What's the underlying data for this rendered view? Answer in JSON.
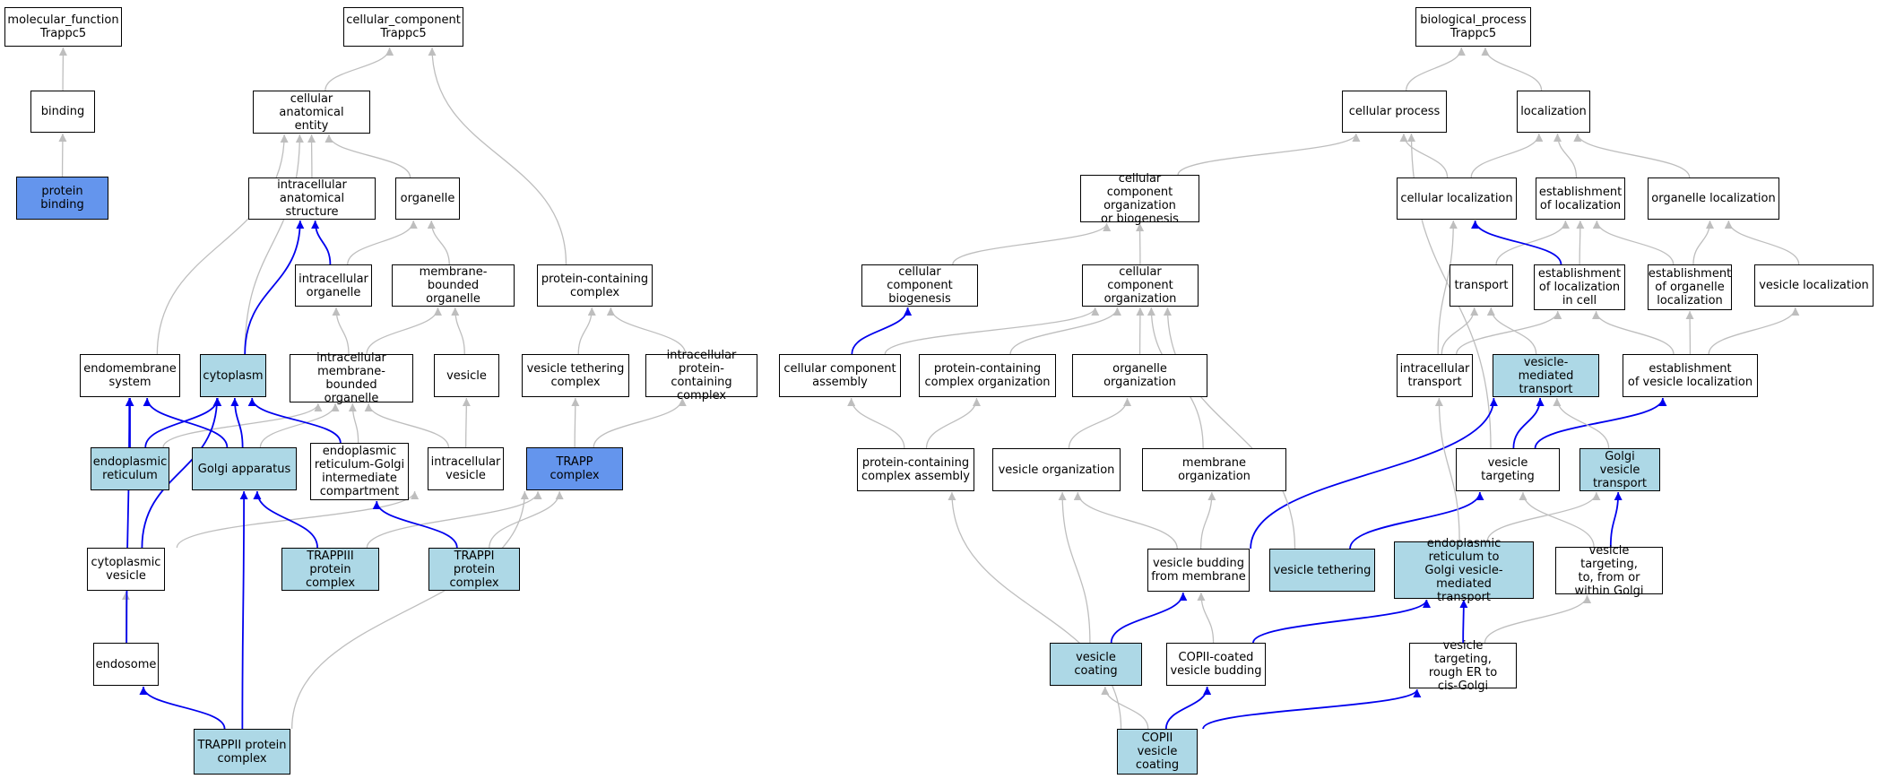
{
  "colors": {
    "is_a": "#bebebe",
    "part_of": "#0000ee",
    "annotated": "#6495ed",
    "ancestor_highlight": "#add8e6",
    "default": "#ffffff"
  },
  "nodes": {
    "mf_root": {
      "label": "molecular_function\nTrappc5",
      "fill": "default"
    },
    "binding": {
      "label": "binding",
      "fill": "default"
    },
    "protein_binding": {
      "label": "protein binding",
      "fill": "annotated"
    },
    "cc_root": {
      "label": "cellular_component\nTrappc5",
      "fill": "default"
    },
    "cell_anat": {
      "label": "cellular anatomical\nentity",
      "fill": "default"
    },
    "intra_anat": {
      "label": "intracellular\nanatomical structure",
      "fill": "default"
    },
    "organelle": {
      "label": "organelle",
      "fill": "default"
    },
    "intra_org": {
      "label": "intracellular\norganelle",
      "fill": "default"
    },
    "membr_org": {
      "label": "membrane-bounded\norganelle",
      "fill": "default"
    },
    "prot_complex": {
      "label": "protein-containing\ncomplex",
      "fill": "default"
    },
    "endomem": {
      "label": "endomembrane\nsystem",
      "fill": "default"
    },
    "cytoplasm": {
      "label": "cytoplasm",
      "fill": "ancestor_highlight"
    },
    "intra_membr": {
      "label": "intracellular\nmembrane-bounded\norganelle",
      "fill": "default"
    },
    "vesicle": {
      "label": "vesicle",
      "fill": "default"
    },
    "ves_tether_cx": {
      "label": "vesicle tethering\ncomplex",
      "fill": "default"
    },
    "intra_prot_cx": {
      "label": "intracellular\nprotein-containing\ncomplex",
      "fill": "default"
    },
    "er": {
      "label": "endoplasmic\nreticulum",
      "fill": "ancestor_highlight"
    },
    "golgi": {
      "label": "Golgi apparatus",
      "fill": "ancestor_highlight"
    },
    "ergic": {
      "label": "endoplasmic\nreticulum-Golgi\nintermediate\ncompartment",
      "fill": "default"
    },
    "intra_ves": {
      "label": "intracellular\nvesicle",
      "fill": "default"
    },
    "trapp": {
      "label": "TRAPP complex",
      "fill": "annotated"
    },
    "cyto_ves": {
      "label": "cytoplasmic\nvesicle",
      "fill": "default"
    },
    "trappiii": {
      "label": "TRAPPIII protein\ncomplex",
      "fill": "ancestor_highlight"
    },
    "trappi": {
      "label": "TRAPPI protein\ncomplex",
      "fill": "ancestor_highlight"
    },
    "endosome": {
      "label": "endosome",
      "fill": "default"
    },
    "trappii": {
      "label": "TRAPPII protein\ncomplex",
      "fill": "ancestor_highlight"
    },
    "bp_root": {
      "label": "biological_process\nTrappc5",
      "fill": "default"
    },
    "cell_proc": {
      "label": "cellular process",
      "fill": "default"
    },
    "localization": {
      "label": "localization",
      "fill": "default"
    },
    "ccob": {
      "label": "cellular component\norganization\nor biogenesis",
      "fill": "default"
    },
    "cell_loc": {
      "label": "cellular localization",
      "fill": "default"
    },
    "est_loc": {
      "label": "establishment\nof localization",
      "fill": "default"
    },
    "org_loc": {
      "label": "organelle localization",
      "fill": "default"
    },
    "cc_biogen": {
      "label": "cellular component\nbiogenesis",
      "fill": "default"
    },
    "cc_org": {
      "label": "cellular component\norganization",
      "fill": "default"
    },
    "transport": {
      "label": "transport",
      "fill": "default"
    },
    "est_loc_cell": {
      "label": "establishment\nof localization\nin cell",
      "fill": "default"
    },
    "est_org_loc": {
      "label": "establishment\nof organelle\nlocalization",
      "fill": "default"
    },
    "ves_loc": {
      "label": "vesicle localization",
      "fill": "default"
    },
    "cc_assembly": {
      "label": "cellular component\nassembly",
      "fill": "default"
    },
    "pc_org": {
      "label": "protein-containing\ncomplex organization",
      "fill": "default"
    },
    "organelle_org": {
      "label": "organelle organization",
      "fill": "default"
    },
    "intra_transport": {
      "label": "intracellular\ntransport",
      "fill": "default"
    },
    "ves_med": {
      "label": "vesicle-mediated\ntransport",
      "fill": "ancestor_highlight"
    },
    "est_ves_loc": {
      "label": "establishment\nof vesicle localization",
      "fill": "default"
    },
    "pc_assembly": {
      "label": "protein-containing\ncomplex assembly",
      "fill": "default"
    },
    "ves_org": {
      "label": "vesicle organization",
      "fill": "default"
    },
    "mem_org": {
      "label": "membrane organization",
      "fill": "default"
    },
    "ves_target": {
      "label": "vesicle targeting",
      "fill": "default"
    },
    "golgi_ves": {
      "label": "Golgi vesicle\ntransport",
      "fill": "ancestor_highlight"
    },
    "ves_bud": {
      "label": "vesicle budding\nfrom membrane",
      "fill": "default"
    },
    "ves_tether": {
      "label": "vesicle tethering",
      "fill": "ancestor_highlight"
    },
    "er_golgi": {
      "label": "endoplasmic\nreticulum to\nGolgi vesicle-mediated\ntransport",
      "fill": "ancestor_highlight"
    },
    "vt_golgi": {
      "label": "vesicle targeting,\nto, from or\nwithin Golgi",
      "fill": "default"
    },
    "ves_coat": {
      "label": "vesicle coating",
      "fill": "ancestor_highlight"
    },
    "copii_bud": {
      "label": "COPII-coated\nvesicle budding",
      "fill": "default"
    },
    "vt_rough": {
      "label": "vesicle targeting,\nrough ER to\ncis-Golgi",
      "fill": "default"
    },
    "copii_coat": {
      "label": "COPII vesicle\ncoating",
      "fill": "ancestor_highlight"
    }
  },
  "edges": [
    [
      "binding",
      "mf_root",
      "is_a"
    ],
    [
      "protein_binding",
      "binding",
      "is_a"
    ],
    [
      "cell_anat",
      "cc_root",
      "is_a"
    ],
    [
      "prot_complex",
      "cc_root",
      "is_a"
    ],
    [
      "intra_anat",
      "cell_anat",
      "is_a"
    ],
    [
      "organelle",
      "cell_anat",
      "is_a"
    ],
    [
      "endomem",
      "cell_anat",
      "is_a"
    ],
    [
      "cytoplasm",
      "cell_anat",
      "is_a"
    ],
    [
      "intra_org",
      "organelle",
      "is_a"
    ],
    [
      "intra_org",
      "intra_anat",
      "part_of"
    ],
    [
      "membr_org",
      "organelle",
      "is_a"
    ],
    [
      "cytoplasm",
      "intra_anat",
      "part_of"
    ],
    [
      "intra_membr",
      "intra_org",
      "is_a"
    ],
    [
      "intra_membr",
      "membr_org",
      "is_a"
    ],
    [
      "vesicle",
      "membr_org",
      "is_a"
    ],
    [
      "ves_tether_cx",
      "prot_complex",
      "is_a"
    ],
    [
      "intra_prot_cx",
      "prot_complex",
      "is_a"
    ],
    [
      "er",
      "endomem",
      "part_of"
    ],
    [
      "er",
      "cytoplasm",
      "part_of"
    ],
    [
      "er",
      "intra_membr",
      "is_a"
    ],
    [
      "golgi",
      "endomem",
      "part_of"
    ],
    [
      "golgi",
      "cytoplasm",
      "part_of"
    ],
    [
      "golgi",
      "intra_membr",
      "is_a"
    ],
    [
      "ergic",
      "cytoplasm",
      "part_of"
    ],
    [
      "ergic",
      "intra_membr",
      "is_a"
    ],
    [
      "intra_ves",
      "vesicle",
      "is_a"
    ],
    [
      "intra_ves",
      "intra_membr",
      "is_a"
    ],
    [
      "trapp",
      "ves_tether_cx",
      "is_a"
    ],
    [
      "trapp",
      "intra_prot_cx",
      "is_a"
    ],
    [
      "cyto_ves",
      "cytoplasm",
      "part_of"
    ],
    [
      "cyto_ves",
      "intra_ves",
      "is_a"
    ],
    [
      "trappiii",
      "golgi",
      "part_of"
    ],
    [
      "trappiii",
      "trapp",
      "is_a"
    ],
    [
      "trappi",
      "ergic",
      "part_of"
    ],
    [
      "trappi",
      "trapp",
      "is_a"
    ],
    [
      "endosome",
      "cyto_ves",
      "is_a"
    ],
    [
      "endosome",
      "endomem",
      "part_of"
    ],
    [
      "trappii",
      "endosome",
      "part_of"
    ],
    [
      "trappii",
      "golgi",
      "part_of"
    ],
    [
      "trappii",
      "trapp",
      "is_a"
    ],
    [
      "cell_proc",
      "bp_root",
      "is_a"
    ],
    [
      "localization",
      "bp_root",
      "is_a"
    ],
    [
      "ccob",
      "cell_proc",
      "is_a"
    ],
    [
      "cell_loc",
      "cell_proc",
      "is_a"
    ],
    [
      "cell_loc",
      "localization",
      "is_a"
    ],
    [
      "est_loc",
      "localization",
      "is_a"
    ],
    [
      "org_loc",
      "localization",
      "is_a"
    ],
    [
      "cc_biogen",
      "ccob",
      "is_a"
    ],
    [
      "cc_org",
      "ccob",
      "is_a"
    ],
    [
      "transport",
      "est_loc",
      "is_a"
    ],
    [
      "est_loc_cell",
      "est_loc",
      "is_a"
    ],
    [
      "est_loc_cell",
      "cell_loc",
      "part_of"
    ],
    [
      "est_org_loc",
      "est_loc",
      "is_a"
    ],
    [
      "est_org_loc",
      "org_loc",
      "is_a"
    ],
    [
      "ves_loc",
      "org_loc",
      "is_a"
    ],
    [
      "cc_assembly",
      "cc_biogen",
      "part_of"
    ],
    [
      "cc_assembly",
      "cc_org",
      "is_a"
    ],
    [
      "pc_org",
      "cc_org",
      "is_a"
    ],
    [
      "organelle_org",
      "cc_org",
      "is_a"
    ],
    [
      "intra_transport",
      "cell_loc",
      "is_a"
    ],
    [
      "intra_transport",
      "transport",
      "is_a"
    ],
    [
      "intra_transport",
      "est_loc_cell",
      "is_a"
    ],
    [
      "ves_med",
      "transport",
      "is_a"
    ],
    [
      "est_ves_loc",
      "est_loc_cell",
      "is_a"
    ],
    [
      "est_ves_loc",
      "est_org_loc",
      "is_a"
    ],
    [
      "est_ves_loc",
      "ves_loc",
      "is_a"
    ],
    [
      "pc_assembly",
      "cc_assembly",
      "is_a"
    ],
    [
      "pc_assembly",
      "pc_org",
      "is_a"
    ],
    [
      "ves_org",
      "organelle_org",
      "is_a"
    ],
    [
      "mem_org",
      "cc_org",
      "is_a"
    ],
    [
      "ves_target",
      "ves_med",
      "part_of"
    ],
    [
      "ves_target",
      "est_ves_loc",
      "part_of"
    ],
    [
      "ves_target",
      "cell_proc",
      "is_a"
    ],
    [
      "golgi_ves",
      "ves_med",
      "is_a"
    ],
    [
      "ves_bud",
      "ves_org",
      "is_a"
    ],
    [
      "ves_bud",
      "mem_org",
      "is_a"
    ],
    [
      "ves_bud",
      "ves_med",
      "part_of"
    ],
    [
      "ves_tether",
      "ves_target",
      "part_of"
    ],
    [
      "ves_tether",
      "cc_org",
      "is_a"
    ],
    [
      "er_golgi",
      "golgi_ves",
      "is_a"
    ],
    [
      "er_golgi",
      "intra_transport",
      "is_a"
    ],
    [
      "vt_golgi",
      "golgi_ves",
      "part_of"
    ],
    [
      "vt_golgi",
      "ves_target",
      "is_a"
    ],
    [
      "ves_coat",
      "ves_bud",
      "part_of"
    ],
    [
      "ves_coat",
      "ves_org",
      "is_a"
    ],
    [
      "copii_bud",
      "ves_bud",
      "is_a"
    ],
    [
      "copii_bud",
      "er_golgi",
      "part_of"
    ],
    [
      "vt_rough",
      "er_golgi",
      "part_of"
    ],
    [
      "vt_rough",
      "vt_golgi",
      "is_a"
    ],
    [
      "copii_coat",
      "ves_coat",
      "is_a"
    ],
    [
      "copii_coat",
      "copii_bud",
      "part_of"
    ],
    [
      "copii_coat",
      "vt_rough",
      "part_of"
    ],
    [
      "copii_coat",
      "pc_assembly",
      "is_a"
    ]
  ]
}
